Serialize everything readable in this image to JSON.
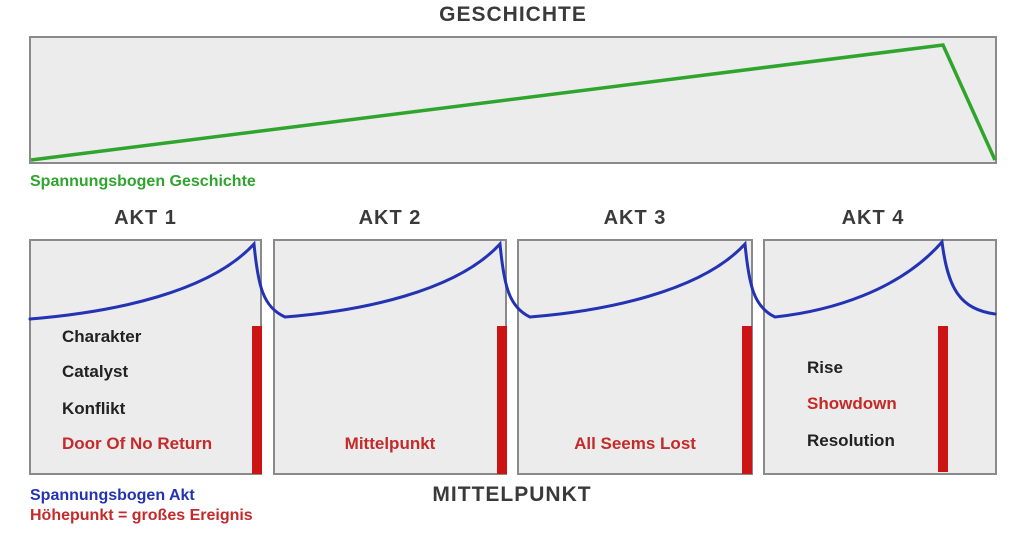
{
  "title": "GESCHICHTE",
  "bottom_title": "MITTELPUNKT",
  "legend": {
    "story_arc": "Spannungsbogen Geschichte",
    "act_arc": "Spannungsbogen Akt",
    "climax": "Höhepunkt = großes Ereignis"
  },
  "acts": [
    {
      "label": "AKT 1",
      "items": [
        {
          "text": "Charakter",
          "emphasis": "black"
        },
        {
          "text": "Catalyst",
          "emphasis": "black"
        },
        {
          "text": "Konflikt",
          "emphasis": "black"
        },
        {
          "text": "Door Of No Return",
          "emphasis": "red"
        }
      ]
    },
    {
      "label": "AKT 2",
      "items": [
        {
          "text": "Mittelpunkt",
          "emphasis": "red"
        }
      ]
    },
    {
      "label": "AKT 3",
      "items": [
        {
          "text": "All Seems Lost",
          "emphasis": "red"
        }
      ]
    },
    {
      "label": "AKT 4",
      "items": [
        {
          "text": "Rise",
          "emphasis": "black"
        },
        {
          "text": "Showdown",
          "emphasis": "red"
        },
        {
          "text": "Resolution",
          "emphasis": "black"
        }
      ]
    }
  ],
  "colors": {
    "green": "#2fa52e",
    "blue": "#2433b4",
    "red": "#cc1414",
    "red-text": "#c42a2a",
    "box-fill": "#ececec",
    "box-border": "#8a8a8a",
    "title-text": "#3a3a3a"
  }
}
